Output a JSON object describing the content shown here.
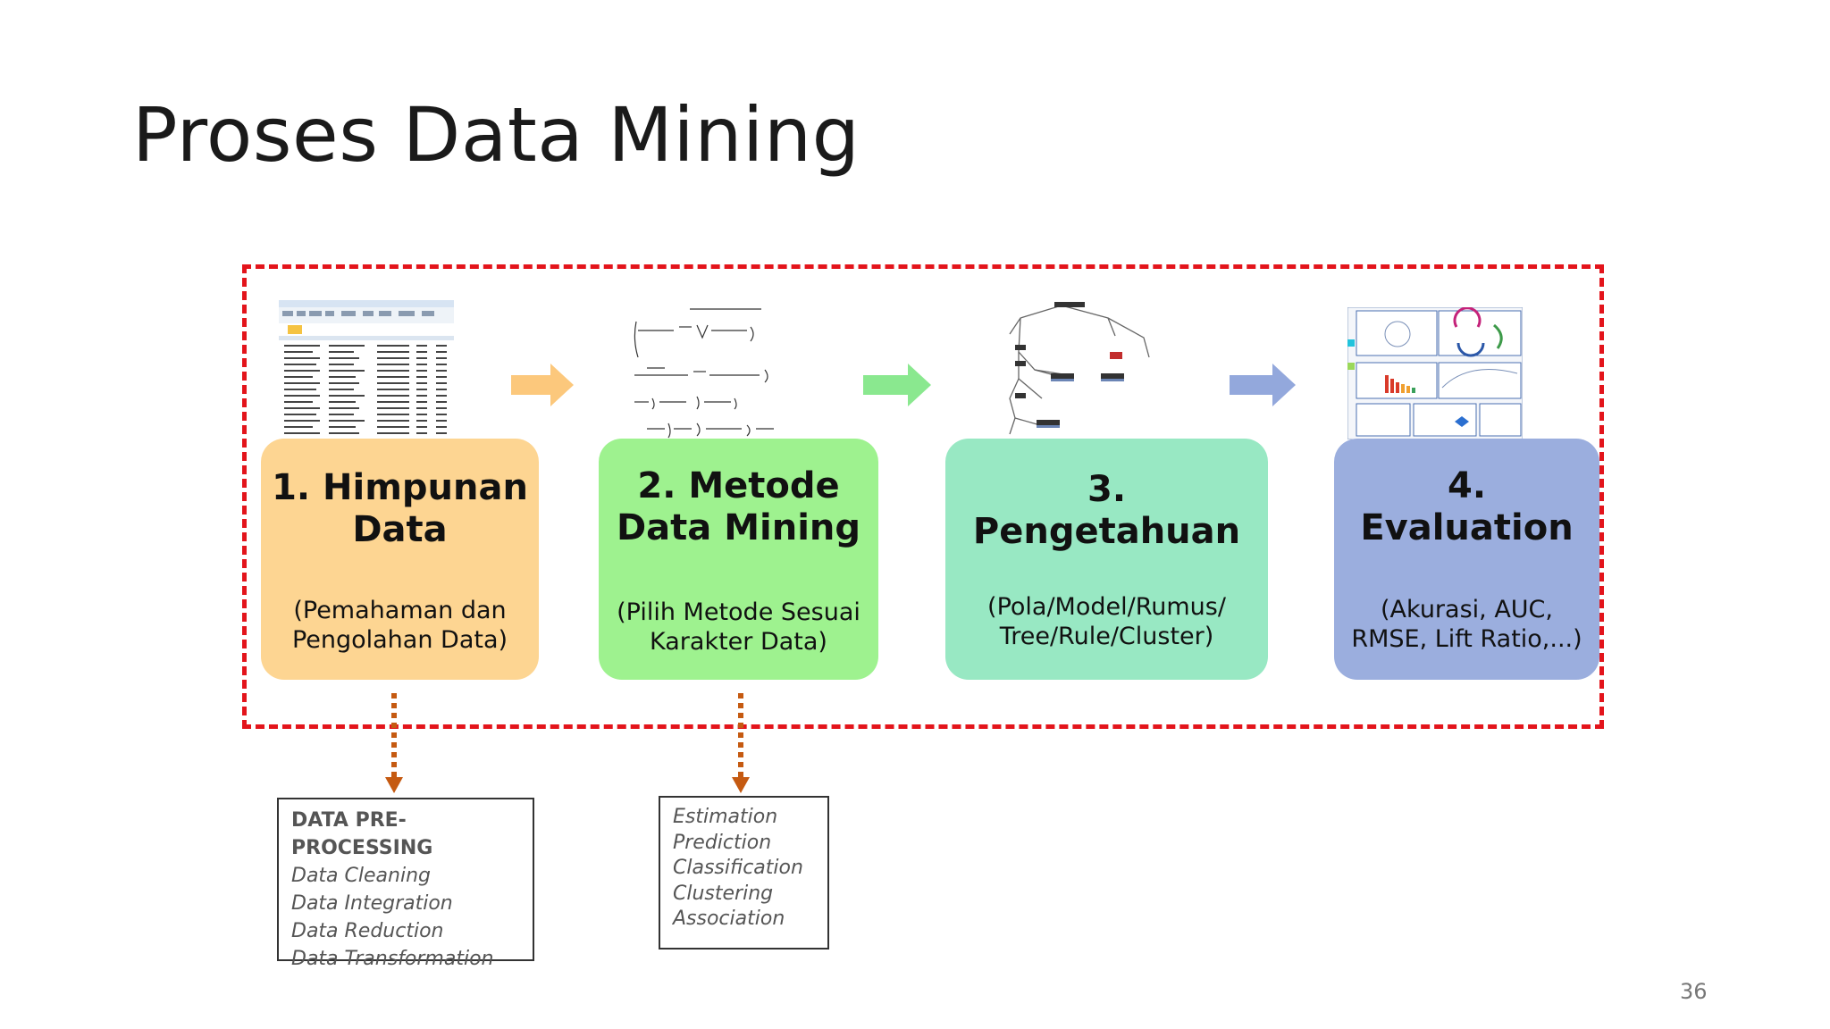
{
  "title": "Proses Data Mining",
  "stages": [
    {
      "title": "1. Himpunan Data",
      "desc": "(Pemahaman dan Pengolahan Data)",
      "color": "#fdd592"
    },
    {
      "title": "2. Metode Data Mining",
      "desc": "(Pilih Metode Sesuai Karakter Data)",
      "color": "#9ef28f"
    },
    {
      "title": "3. Pengetahuan",
      "desc": "(Pola/Model/Rumus/ Tree/Rule/Cluster)",
      "color": "#98e8c3"
    },
    {
      "title": "4. Evaluation",
      "desc": "(Akurasi, AUC, RMSE, Lift Ratio,...)",
      "color": "#9baede"
    }
  ],
  "arrows": [
    {
      "color": "#fcc87c"
    },
    {
      "color": "#8ae88f"
    },
    {
      "color": "#93a8dc"
    }
  ],
  "frame_color": "#e3141b",
  "connector_color": "#c55a11",
  "notes": {
    "preprocessing": {
      "heading": "DATA PRE-PROCESSING",
      "items": [
        "Data Cleaning",
        "Data Integration",
        "Data Reduction",
        "Data Transformation"
      ]
    },
    "methods": {
      "items": [
        "Estimation",
        "Prediction",
        "Classification",
        "Clustering",
        "Association"
      ]
    }
  },
  "thumbnails": [
    {
      "icon": "spreadsheet-thumbnail"
    },
    {
      "icon": "formula-thumbnail"
    },
    {
      "icon": "decision-tree-thumbnail"
    },
    {
      "icon": "evaluation-charts-thumbnail"
    }
  ],
  "page_number": "36"
}
